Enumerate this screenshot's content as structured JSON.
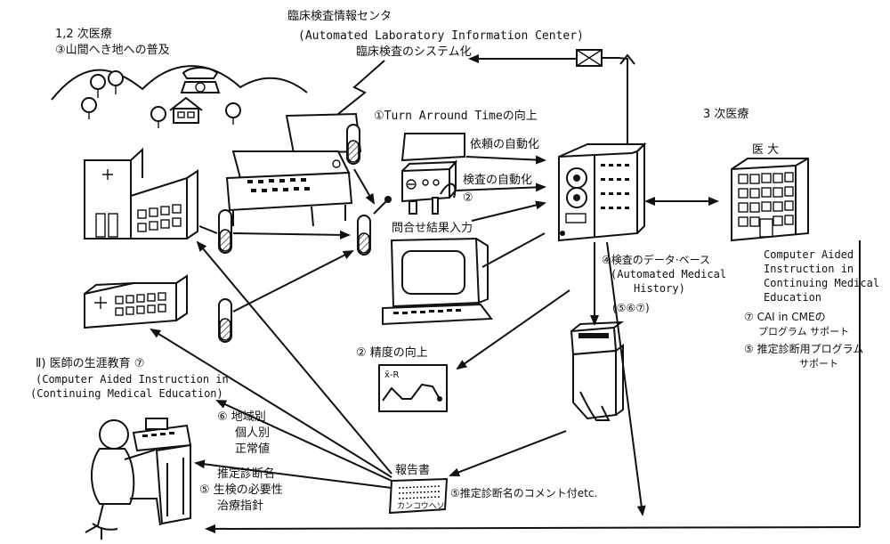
{
  "labels": {
    "center_title": "臨床検査情報センタ",
    "center_english": "(Automated Laboratory Information Center)",
    "center_system": "臨床検査のシステム化",
    "primary_care": "1,2 次医療",
    "spread_remote": "③山間へき地への普及",
    "tat_improve": "①Turn Arround Timeの向上",
    "request_auto": "依頼の自動化",
    "test_auto": "検査の自動化",
    "circle2": "②",
    "inquiry_input": "問合せ結果入力",
    "tertiary_care": "3 次医療",
    "med_univ": "医 大",
    "cai_block": [
      "Computer Aided",
      "Instruction  in",
      "Continuing Medical",
      "Education"
    ],
    "cai_cme": "⑦ CAI in CMEの",
    "program_support": "プログラム サポート",
    "diag_program": "⑤ 推定診断用プログラム",
    "diag_support": "サポート",
    "database": "④検査のデータ·ベース",
    "amh": [
      "(Automated Medical",
      "History)"
    ],
    "circles_567": "(⑤⑥⑦)",
    "accuracy": "② 精度の向上",
    "xr_label": "x̄-R",
    "lifelong_edu": "Ⅱ) 医師の生涯教育 ⑦",
    "cai_paren": [
      "(Computer Aided Instruction in",
      "(Continuing Medical Education)"
    ],
    "normal_values": [
      "⑥ 地域別",
      "個人別",
      "正常値"
    ],
    "diag_list": [
      "推定診断名",
      "⑤ 生検の必要性",
      "治療指針"
    ],
    "report": "報告書",
    "report_printout": "カンコウヘソ",
    "diag_comment": "⑤推定診断名のコメント付etc."
  }
}
